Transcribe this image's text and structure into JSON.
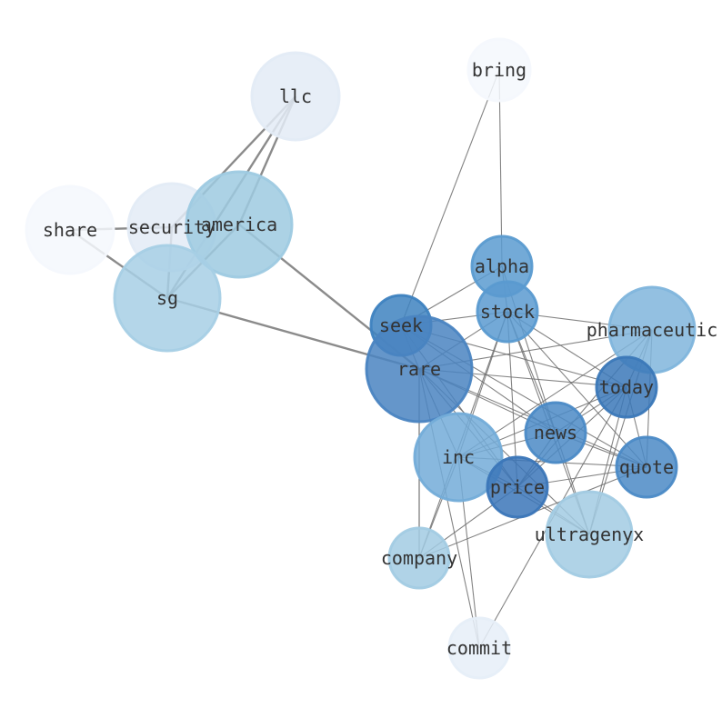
{
  "graph": {
    "nodes": [
      {
        "id": "bring",
        "label": "bring",
        "color": "#f4f8fd"
      },
      {
        "id": "llc",
        "label": "llc",
        "color": "#e3ebf6"
      },
      {
        "id": "share",
        "label": "share",
        "color": "#f4f8fd"
      },
      {
        "id": "security",
        "label": "security",
        "color": "#e3ebf6"
      },
      {
        "id": "america",
        "label": "america",
        "color": "#9ecae1"
      },
      {
        "id": "sg",
        "label": "sg",
        "color": "#a7cfe5"
      },
      {
        "id": "alpha",
        "label": "alpha",
        "color": "#5b9bd0"
      },
      {
        "id": "stock",
        "label": "stock",
        "color": "#5a9ad0"
      },
      {
        "id": "seek",
        "label": "seek",
        "color": "#3e82c0"
      },
      {
        "id": "pharmaceutic",
        "label": "pharmaceutic",
        "color": "#80b5dc"
      },
      {
        "id": "rare",
        "label": "rare",
        "color": "#4a84c1"
      },
      {
        "id": "today",
        "label": "today",
        "color": "#3b78b8"
      },
      {
        "id": "news",
        "label": "news",
        "color": "#4b8ac6"
      },
      {
        "id": "inc",
        "label": "inc",
        "color": "#73acd8"
      },
      {
        "id": "quote",
        "label": "quote",
        "color": "#4b8ac6"
      },
      {
        "id": "price",
        "label": "price",
        "color": "#3b76b8"
      },
      {
        "id": "ultragenyx",
        "label": "ultragenyx",
        "color": "#a2cbe3"
      },
      {
        "id": "company",
        "label": "company",
        "color": "#a2cbe3"
      },
      {
        "id": "commit",
        "label": "commit",
        "color": "#e6eef8"
      }
    ],
    "edges": [
      [
        "llc",
        "sg"
      ],
      [
        "llc",
        "security"
      ],
      [
        "llc",
        "america"
      ],
      [
        "share",
        "security"
      ],
      [
        "share",
        "sg"
      ],
      [
        "security",
        "sg"
      ],
      [
        "america",
        "sg"
      ],
      [
        "america",
        "rare"
      ],
      [
        "sg",
        "rare"
      ],
      [
        "bring",
        "alpha"
      ],
      [
        "bring",
        "seek"
      ],
      [
        "seek",
        "rare"
      ],
      [
        "seek",
        "stock"
      ],
      [
        "seek",
        "alpha"
      ],
      [
        "seek",
        "today"
      ],
      [
        "seek",
        "news"
      ],
      [
        "seek",
        "price"
      ],
      [
        "seek",
        "quote"
      ],
      [
        "rare",
        "stock"
      ],
      [
        "rare",
        "pharmaceutic"
      ],
      [
        "rare",
        "today"
      ],
      [
        "rare",
        "news"
      ],
      [
        "rare",
        "inc"
      ],
      [
        "rare",
        "quote"
      ],
      [
        "rare",
        "price"
      ],
      [
        "rare",
        "ultragenyx"
      ],
      [
        "rare",
        "company"
      ],
      [
        "rare",
        "commit"
      ],
      [
        "stock",
        "alpha"
      ],
      [
        "stock",
        "pharmaceutic"
      ],
      [
        "stock",
        "today"
      ],
      [
        "stock",
        "news"
      ],
      [
        "stock",
        "inc"
      ],
      [
        "stock",
        "quote"
      ],
      [
        "stock",
        "price"
      ],
      [
        "stock",
        "ultragenyx"
      ],
      [
        "stock",
        "company"
      ],
      [
        "pharmaceutic",
        "today"
      ],
      [
        "pharmaceutic",
        "inc"
      ],
      [
        "pharmaceutic",
        "quote"
      ],
      [
        "pharmaceutic",
        "price"
      ],
      [
        "pharmaceutic",
        "ultragenyx"
      ],
      [
        "today",
        "news"
      ],
      [
        "today",
        "inc"
      ],
      [
        "today",
        "quote"
      ],
      [
        "today",
        "price"
      ],
      [
        "today",
        "ultragenyx"
      ],
      [
        "news",
        "inc"
      ],
      [
        "news",
        "quote"
      ],
      [
        "news",
        "price"
      ],
      [
        "news",
        "ultragenyx"
      ],
      [
        "inc",
        "quote"
      ],
      [
        "inc",
        "price"
      ],
      [
        "inc",
        "ultragenyx"
      ],
      [
        "inc",
        "company"
      ],
      [
        "inc",
        "commit"
      ],
      [
        "price",
        "quote"
      ],
      [
        "price",
        "ultragenyx"
      ],
      [
        "price",
        "company"
      ],
      [
        "company",
        "quote"
      ],
      [
        "commit",
        "today"
      ],
      [
        "company",
        "rare"
      ],
      [
        "alpha",
        "news"
      ]
    ]
  }
}
